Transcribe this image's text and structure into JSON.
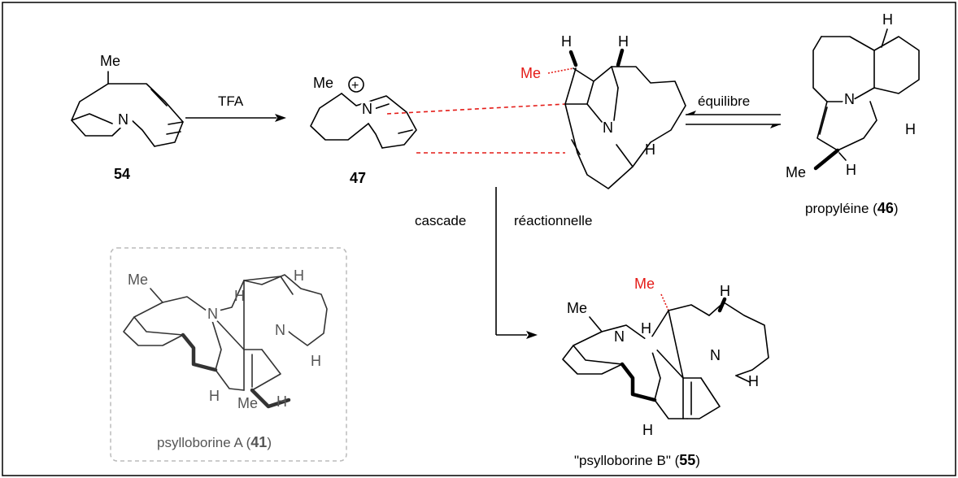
{
  "reagents": {
    "tfa": "TFA",
    "equilibrium": "équilibre",
    "cascade_left": "cascade",
    "cascade_right": "réactionnelle"
  },
  "compounds": {
    "c54": {
      "number": "54"
    },
    "c47": {
      "number": "47"
    },
    "propyleine": {
      "name": "propyléine",
      "number": "46"
    },
    "psylloborineA": {
      "name": "psylloborine A",
      "number": "41"
    },
    "psylloborineB": {
      "name": "\"psylloborine B\"",
      "number": "55"
    }
  },
  "atoms": {
    "me": "Me",
    "h": "H",
    "n": "N",
    "plus": "+"
  },
  "colors": {
    "highlight": "#e41b17",
    "frame": "#000000",
    "dashed_box": "#bbbbbb"
  }
}
